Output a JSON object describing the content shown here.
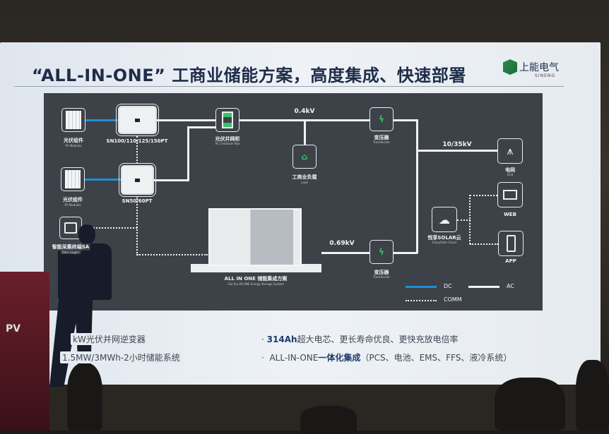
{
  "slide": {
    "title": "“ALL-IN-ONE” 工商业储能方案，高度集成、快速部署",
    "logo": {
      "cn": "上能电气",
      "en": "SINENG"
    }
  },
  "diagram": {
    "pv1": {
      "label": "光伏组件",
      "sub": "PV Modules"
    },
    "inv1": {
      "label": "SN100/110/125/150PT"
    },
    "pv2": {
      "label": "光伏组件",
      "sub": "PV Modules"
    },
    "inv2": {
      "label": "SN50/60PT"
    },
    "logger": {
      "label": "智能采集终端SA",
      "sub": "Data Logger"
    },
    "combiner": {
      "label": "光伏并网柜",
      "sub": "AC Combiner Box"
    },
    "load": {
      "label": "工商业负载",
      "sub": "Load"
    },
    "tr1": {
      "label": "变压器",
      "sub": "Transformer"
    },
    "tr2": {
      "label": "变压器",
      "sub": "Transformer"
    },
    "ess": {
      "label": "ALL IN ONE 储能集成方案",
      "sub": "C&I ALL-IN-ONE Energy Storage System"
    },
    "grid": {
      "label": "电网",
      "sub": "Grid"
    },
    "web": {
      "label": "WEB"
    },
    "app": {
      "label": "APP"
    },
    "cloud": {
      "label": "悦享SOLAR云",
      "sub": "EnjoySolar Cloud"
    },
    "kv_04": "0.4kV",
    "kv_069": "0.69kV",
    "kv_1035": "10/35kV",
    "legend": {
      "dc": "DC",
      "ac": "AC",
      "comm": "COMM"
    },
    "colors": {
      "dc": "#1f8ed8",
      "ac": "#f0f2f3",
      "accent": "#3cc26a",
      "panel": "#3d4249"
    }
  },
  "bullets": {
    "left": [
      "kW光伏并网逆变器",
      "1.5MW/3MWh-2小时储能系统"
    ],
    "right1_bold": "314Ah",
    "right1_rest": "超大电芯、更长寿命优良、更快充放电倍率",
    "right2_pre": "ALL-IN-ONE",
    "right2_bold": "一体化集成",
    "right2_rest": "（PCS、电池、EMS、FFS、液冷系统）"
  },
  "podium": {
    "logo": "PV"
  }
}
